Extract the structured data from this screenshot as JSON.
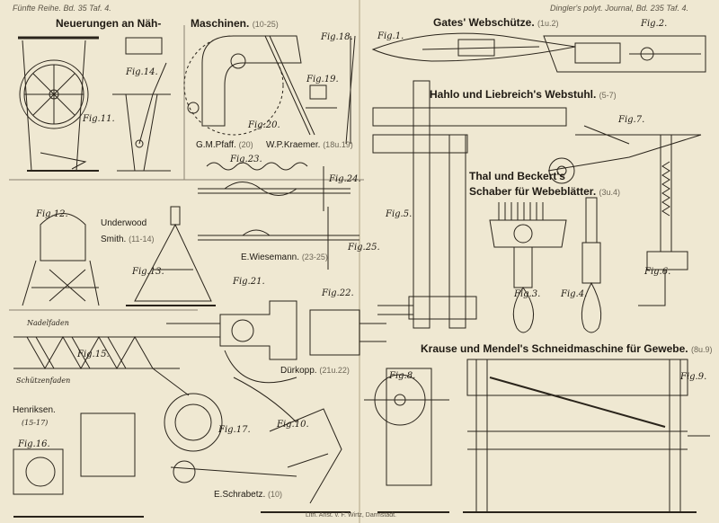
{
  "header": {
    "series_left": "Fünfte Reihe. Bd.",
    "volume_left": "35",
    "plate_left": "Taf. 4.",
    "journal_right": "Dingler's polyt. Journal, Bd.",
    "volume_right": "235",
    "plate_right": "Taf. 4."
  },
  "sections": {
    "naehmaschinen_a": "Neuerungen an Näh-",
    "naehmaschinen_b": "Maschinen.",
    "naehmaschinen_ref": "(10-25)",
    "gates": "Gates' Webschütze.",
    "gates_ref": "(1u.2)",
    "hahlo": "Hahlo und Liebreich's Webstuhl.",
    "hahlo_ref": "(5-7)",
    "thal_a": "Thal und Beckert's",
    "thal_b": "Schaber für Webeblätter.",
    "thal_ref": "(3u.4)",
    "krause": "Krause und Mendel's Schneidmaschine für Gewebe.",
    "krause_ref": "(8u.9)",
    "pfaff": "G.M.Pfaff.",
    "pfaff_ref": "(20)",
    "kraemer": "W.P.Kraemer.",
    "kraemer_ref": "(18u.19)",
    "underwood_a": "Underwood",
    "underwood_b": "Smith.",
    "underwood_ref": "(11-14)",
    "wiesemann": "E.Wiesemann.",
    "wiesemann_ref": "(23-25)",
    "duerkopp": "Dürkopp.",
    "duerkopp_ref": "(21u.22)",
    "henriksen": "Henriksen.",
    "henriksen_ref": "(15-17)",
    "schrabetz": "E.Schrabetz.",
    "schrabetz_ref": "(10)"
  },
  "figures": [
    "Fig.1.",
    "Fig.2.",
    "Fig.3.",
    "Fig.4.",
    "Fig.5.",
    "Fig.6.",
    "Fig.7.",
    "Fig.8.",
    "Fig.9.",
    "Fig.10.",
    "Fig.11.",
    "Fig.12.",
    "Fig.13.",
    "Fig.14.",
    "Fig.15.",
    "Fig.16.",
    "Fig.17.",
    "Fig.18.",
    "Fig.19.",
    "Fig.20.",
    "Fig.21.",
    "Fig.22.",
    "Fig.23.",
    "Fig.24.",
    "Fig.25."
  ],
  "annotations": {
    "nadelfaden": "Nadelfaden",
    "schuetzenfaden": "Schützenfaden"
  },
  "footer": {
    "lithographer": "Lith. Anst. v. F. Wirtz, Darmstadt."
  },
  "colors": {
    "paper": "#efe8d2",
    "ink": "#1f1a13",
    "faded_ink": "#6e6758"
  }
}
